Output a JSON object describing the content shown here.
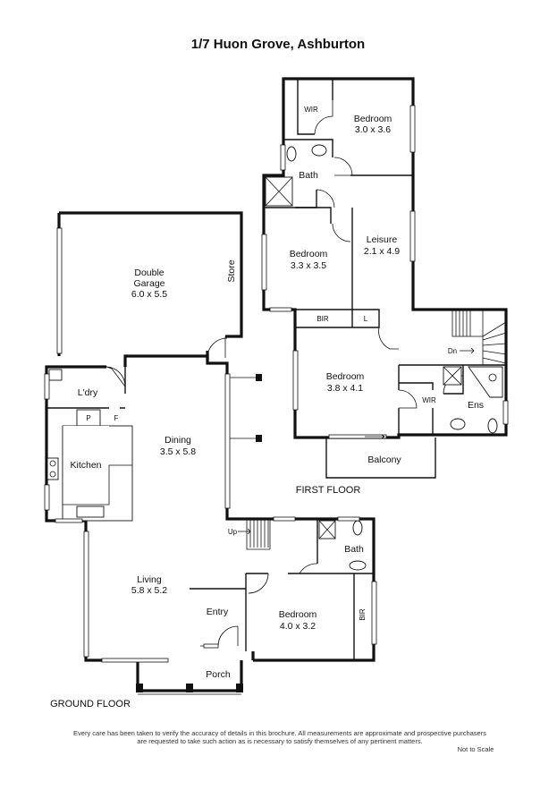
{
  "title": "1/7 Huon Grove, Ashburton",
  "floors": {
    "ground": "GROUND FLOOR",
    "first": "FIRST FLOOR"
  },
  "rooms": {
    "double_garage": {
      "name_line1": "Double",
      "name_line2": "Garage",
      "size": "6.0 x 5.5"
    },
    "store": "Store",
    "laundry": "L'dry",
    "pantry": "P",
    "fridge": "F",
    "kitchen": "Kitchen",
    "dining": {
      "name": "Dining",
      "size": "3.5 x 5.8"
    },
    "living": {
      "name": "Living",
      "size": "5.8 x 5.2"
    },
    "entry": "Entry",
    "porch": "Porch",
    "bath_ground": "Bath",
    "bedroom_ground": {
      "name": "Bedroom",
      "size": "4.0 x 3.2"
    },
    "bir_ground": "BIR",
    "up": "Up",
    "wir_top": "WIR",
    "bedroom_top": {
      "name": "Bedroom",
      "size": "3.0 x 3.6"
    },
    "bath_first": "Bath",
    "bedroom_mid": {
      "name": "Bedroom",
      "size": "3.3 x 3.5"
    },
    "leisure": {
      "name": "Leisure",
      "size": "2.1 x 4.9"
    },
    "bir_first": "BIR",
    "linen": "L",
    "dn": "Dn",
    "bedroom_master": {
      "name": "Bedroom",
      "size": "3.8 x 4.1"
    },
    "wir_master": "WIR",
    "ensuite": "Ens",
    "balcony": "Balcony"
  },
  "disclaimer": {
    "line1": "Every care has been taken to verify the accuracy of details in this brochure. All measurements are approximate and prospective purchasers",
    "line2": "are requested to take such action as is necessary to satisfy themselves of any pertinent matters."
  },
  "scale_note": "Not to Scale"
}
